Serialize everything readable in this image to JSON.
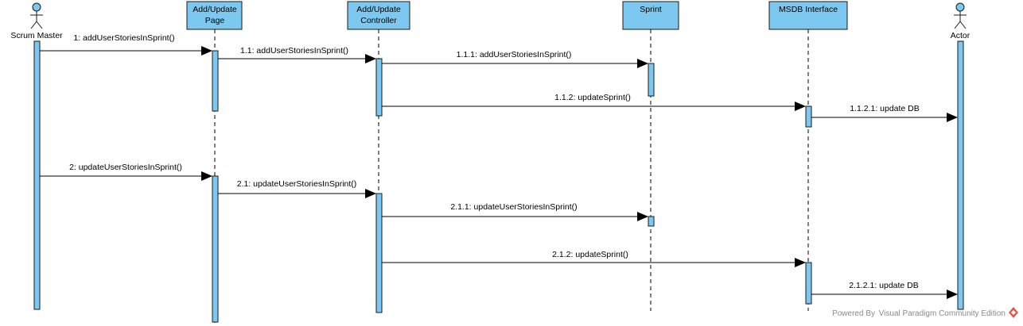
{
  "colors": {
    "box_fill": "#7cc8f0",
    "box_stroke": "#1a1a1a",
    "activation_fill": "#7cc8f0",
    "line": "#000000",
    "watermark_text": "#8a8a8a",
    "logo": "#e0564a"
  },
  "participants": [
    {
      "id": "scrum",
      "type": "actor",
      "label_lines": [
        "Scrum Master"
      ]
    },
    {
      "id": "page",
      "type": "box",
      "label_lines": [
        "Add/Update",
        "Page"
      ]
    },
    {
      "id": "ctrl",
      "type": "box",
      "label_lines": [
        "Add/Update",
        "Controller"
      ]
    },
    {
      "id": "sprint",
      "type": "box",
      "label_lines": [
        "Sprint"
      ]
    },
    {
      "id": "msdb",
      "type": "box",
      "label_lines": [
        "MSDB Interface"
      ]
    },
    {
      "id": "actor",
      "type": "actor",
      "label_lines": [
        "Actor"
      ]
    }
  ],
  "messages": [
    {
      "label": "1: addUserStoriesInSprint()",
      "from": "scrum",
      "to": "page"
    },
    {
      "label": "1.1: addUserStoriesInSprint()",
      "from": "page",
      "to": "ctrl"
    },
    {
      "label": "1.1.1: addUserStoriesInSprint()",
      "from": "ctrl",
      "to": "sprint"
    },
    {
      "label": "1.1.2: updateSprint()",
      "from": "ctrl",
      "to": "msdb"
    },
    {
      "label": "1.1.2.1: update DB",
      "from": "msdb",
      "to": "actor"
    },
    {
      "label": "2: updateUserStoriesInSprint()",
      "from": "scrum",
      "to": "page"
    },
    {
      "label": "2.1: updateUserStoriesInSprint()",
      "from": "page",
      "to": "ctrl"
    },
    {
      "label": "2.1.1: updateUserStoriesInSprint()",
      "from": "ctrl",
      "to": "sprint"
    },
    {
      "label": "2.1.2: updateSprint()",
      "from": "ctrl",
      "to": "msdb"
    },
    {
      "label": "2.1.2.1: update DB",
      "from": "msdb",
      "to": "actor"
    }
  ],
  "watermark": {
    "prefix": "Powered By",
    "product": "Visual Paradigm Community Edition",
    "logo_icon": "visual-paradigm-logo-icon"
  }
}
